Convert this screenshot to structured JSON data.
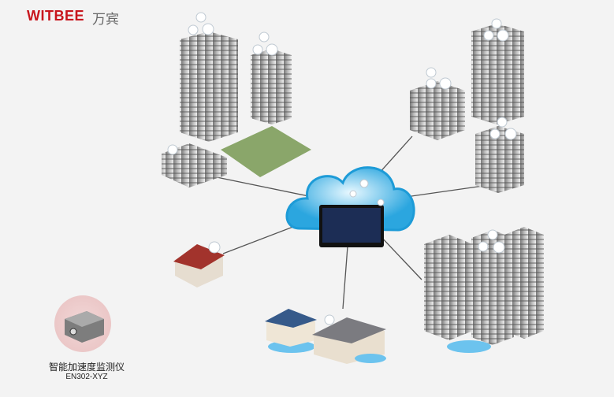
{
  "brand": {
    "name_en": "WITBEE",
    "name_cn": "万宾",
    "color": "#c8161d"
  },
  "device": {
    "name": "智能加速度监测仪",
    "model": "EN302-XYZ"
  }
}
